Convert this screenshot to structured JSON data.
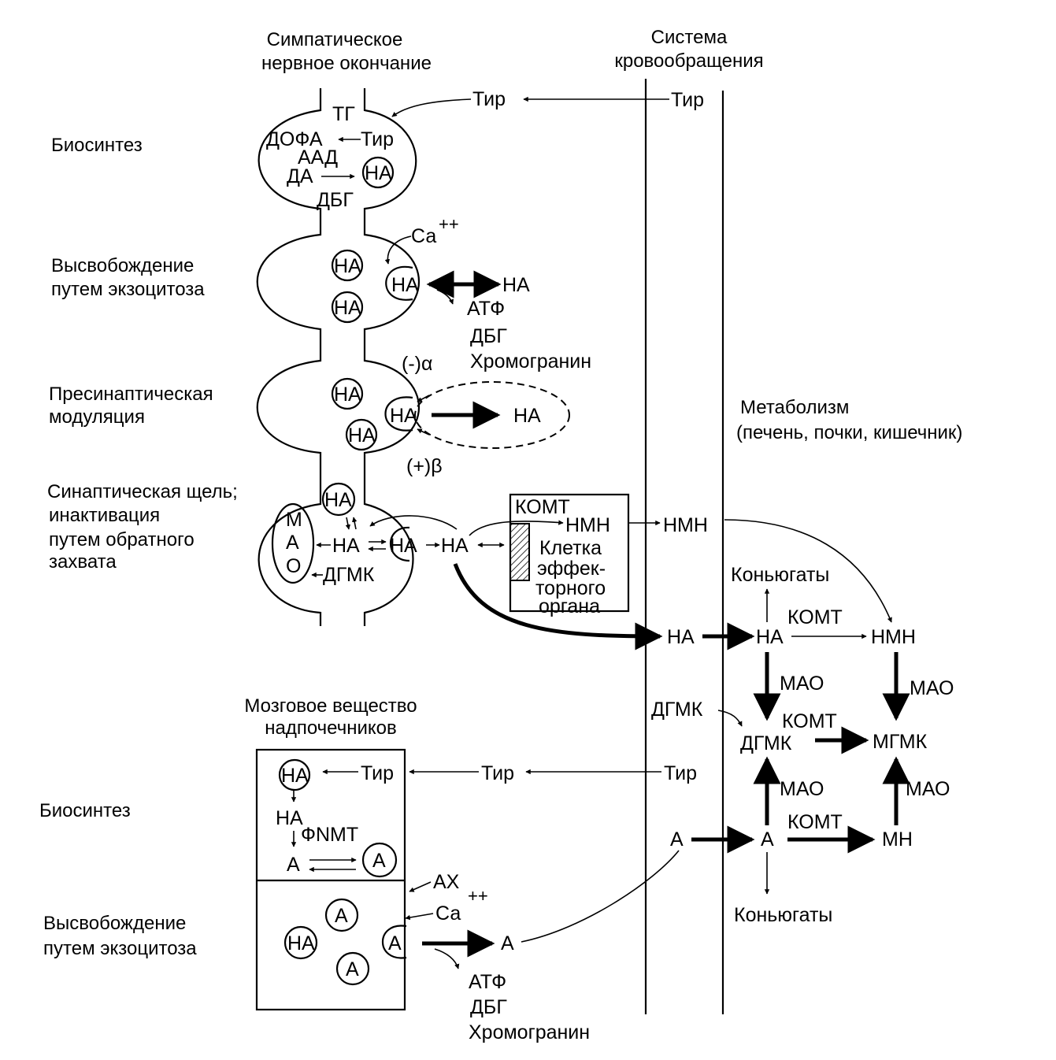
{
  "headers": {
    "nerve_ending": [
      "Симпатическое",
      "нервное окончание"
    ],
    "circulation": [
      "Система",
      "кровообращения"
    ],
    "metabolism": [
      "Метаболизм",
      "(печень, почки, кишечник)"
    ],
    "adrenal": [
      "Мозговое вещество",
      "надпочечников"
    ]
  },
  "sections": {
    "biosynthesis": "Биосинтез",
    "release": [
      "Высвобождение",
      "путем экзоцитоза"
    ],
    "presynaptic": [
      "Пресинаптическая",
      "модуляция"
    ],
    "synaptic": [
      "Синаптическая щель;",
      "инактивация",
      "путем обратного",
      "захвата"
    ],
    "adrenal_biosynthesis": "Биосинтез",
    "adrenal_release": [
      "Высвобождение",
      "путем экзоцитоза"
    ]
  },
  "molecules": {
    "tyr": "Тир",
    "tg": "ТГ",
    "dopa": "ДОФА",
    "aad": "ААД",
    "da": "ДА",
    "na": "НА",
    "dbg": "ДБГ",
    "ca": "Са",
    "ca_charge": "++",
    "atf": "АТФ",
    "chromogranin": "Хромогранин",
    "alpha": "(-)α",
    "beta": "(+)β",
    "mao_letters": [
      "М",
      "А",
      "О"
    ],
    "dgmk": "ДГМК",
    "komt": "КОМТ",
    "nmn": "НМН",
    "effector": [
      "Клетка",
      "эффек-",
      "торного",
      "органа"
    ],
    "conjugates": "Коньюгаты",
    "mao": "МАО",
    "mgmk": "МГМК",
    "a": "А",
    "mn": "МН",
    "fnmt": "ФNMT",
    "ax": "АХ"
  }
}
